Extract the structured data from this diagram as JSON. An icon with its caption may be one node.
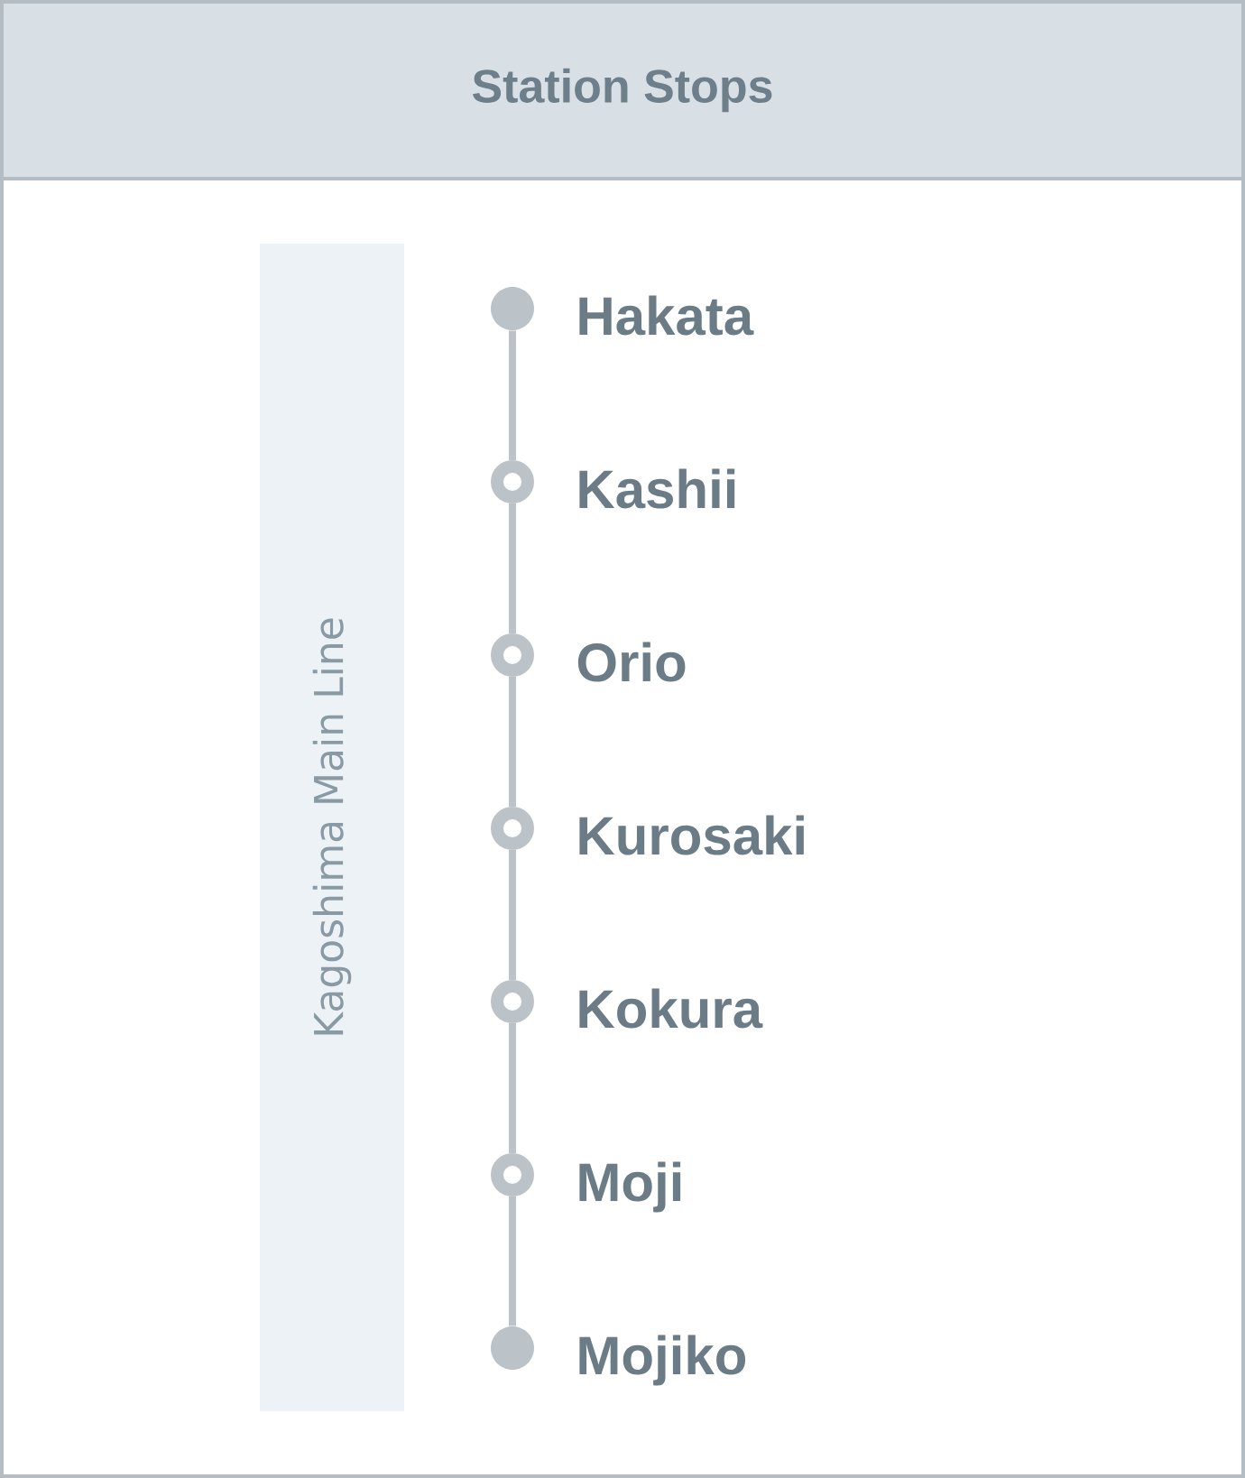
{
  "diagram": {
    "title": "Station Stops",
    "nodes": [
      {
        "text": [
          "Kagoshima Main Line"
        ]
      },
      {
        "text": [],
        "shape": "circle",
        "beside": [
          "Hakata"
        ]
      },
      {
        "text": [],
        "shape": "ring",
        "beside": [
          "Kashii"
        ]
      },
      {
        "text": [],
        "shape": "ring",
        "beside": [
          "Orio"
        ]
      },
      {
        "text": [],
        "shape": "ring",
        "beside": [
          "Kurosaki"
        ]
      },
      {
        "text": [],
        "shape": "ring",
        "beside": [
          "Kokura"
        ]
      },
      {
        "text": [],
        "shape": "ring",
        "beside": [
          "Moji"
        ]
      },
      {
        "text": [],
        "shape": "circle",
        "beside": [
          "Mojiko"
        ]
      }
    ],
    "edges": [
      {
        "from": 1,
        "to": 2,
        "arrow": "none"
      },
      {
        "from": 2,
        "to": 3,
        "arrow": "none"
      },
      {
        "from": 3,
        "to": 4,
        "arrow": "none"
      },
      {
        "from": 4,
        "to": 5,
        "arrow": "none"
      },
      {
        "from": 5,
        "to": 6,
        "arrow": "none"
      },
      {
        "from": 6,
        "to": 7,
        "arrow": "none"
      }
    ]
  }
}
